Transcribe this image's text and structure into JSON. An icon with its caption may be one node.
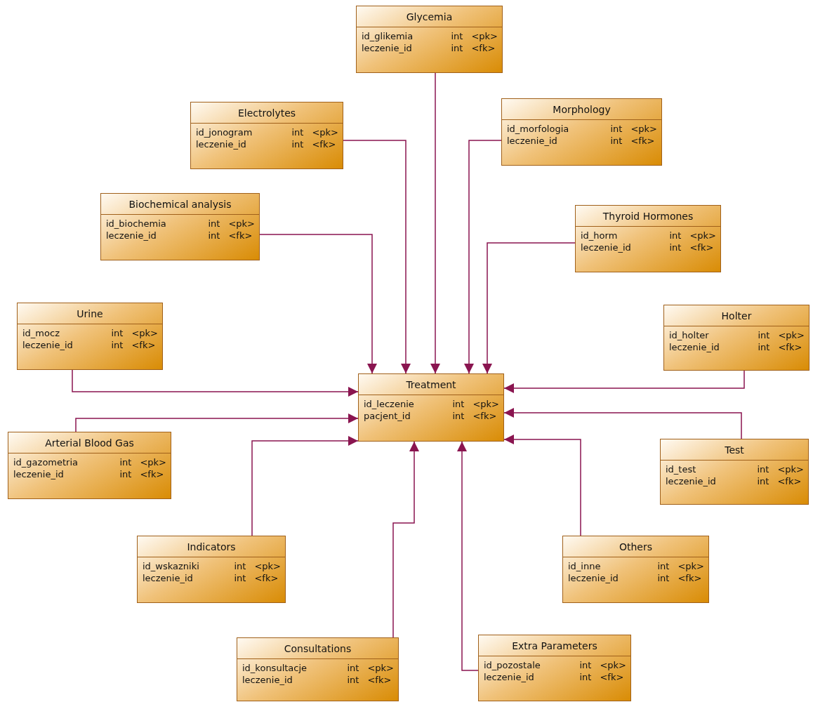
{
  "diagram": {
    "nodes": [
      {
        "text": [
          "Treatment",
          "id_leczenie",
          "int",
          "<pk>",
          "pacjent_id",
          "int",
          "<fk>"
        ]
      },
      {
        "text": [
          "Glycemia",
          "id_glikemia",
          "int",
          "<pk>",
          "leczenie_id",
          "int",
          "<fk>"
        ]
      },
      {
        "text": [
          "Electrolytes",
          "id_jonogram",
          "int",
          "<pk>",
          "leczenie_id",
          "int",
          "<fk>"
        ]
      },
      {
        "text": [
          "Morphology",
          "id_morfologia",
          "int",
          "<pk>",
          "leczenie_id",
          "int",
          "<fk>"
        ]
      },
      {
        "text": [
          "Biochemical analysis",
          "id_biochemia",
          "int",
          "<pk>",
          "leczenie_id",
          "int",
          "<fk>"
        ]
      },
      {
        "text": [
          "Thyroid Hormones",
          "id_horm",
          "int",
          "<pk>",
          "leczenie_id",
          "int",
          "<fk>"
        ]
      },
      {
        "text": [
          "Urine",
          "id_mocz",
          "int",
          "<pk>",
          "leczenie_id",
          "int",
          "<fk>"
        ]
      },
      {
        "text": [
          "Holter",
          "id_holter",
          "int",
          "<pk>",
          "leczenie_id",
          "int",
          "<fk>"
        ]
      },
      {
        "text": [
          "Arterial Blood Gas",
          "id_gazometria",
          "int",
          "<pk>",
          "leczenie_id",
          "int",
          "<fk>"
        ]
      },
      {
        "text": [
          "Test",
          "id_test",
          "int",
          "<pk>",
          "leczenie_id",
          "int",
          "<fk>"
        ]
      },
      {
        "text": [
          "Indicators",
          "id_wskazniki",
          "int",
          "<pk>",
          "leczenie_id",
          "int",
          "<fk>"
        ]
      },
      {
        "text": [
          "Others",
          "id_inne",
          "int",
          "<pk>",
          "leczenie_id",
          "int",
          "<fk>"
        ]
      },
      {
        "text": [
          "Consultations",
          "id_konsultacje",
          "int",
          "<pk>",
          "leczenie_id",
          "int",
          "<fk>"
        ]
      },
      {
        "text": [
          "Extra Parameters",
          "id_pozostale",
          "int",
          "<pk>",
          "leczenie_id",
          "int",
          "<fk>"
        ]
      }
    ],
    "edges": [
      {
        "from": 1,
        "to": 0,
        "arrow": "to"
      },
      {
        "from": 2,
        "to": 0,
        "arrow": "to"
      },
      {
        "from": 3,
        "to": 0,
        "arrow": "to"
      },
      {
        "from": 4,
        "to": 0,
        "arrow": "to"
      },
      {
        "from": 5,
        "to": 0,
        "arrow": "to"
      },
      {
        "from": 6,
        "to": 0,
        "arrow": "to"
      },
      {
        "from": 7,
        "to": 0,
        "arrow": "to"
      },
      {
        "from": 8,
        "to": 0,
        "arrow": "to"
      },
      {
        "from": 9,
        "to": 0,
        "arrow": "to"
      },
      {
        "from": 10,
        "to": 0,
        "arrow": "to"
      },
      {
        "from": 11,
        "to": 0,
        "arrow": "to"
      },
      {
        "from": 12,
        "to": 0,
        "arrow": "to"
      },
      {
        "from": 13,
        "to": 0,
        "arrow": "to"
      }
    ]
  }
}
